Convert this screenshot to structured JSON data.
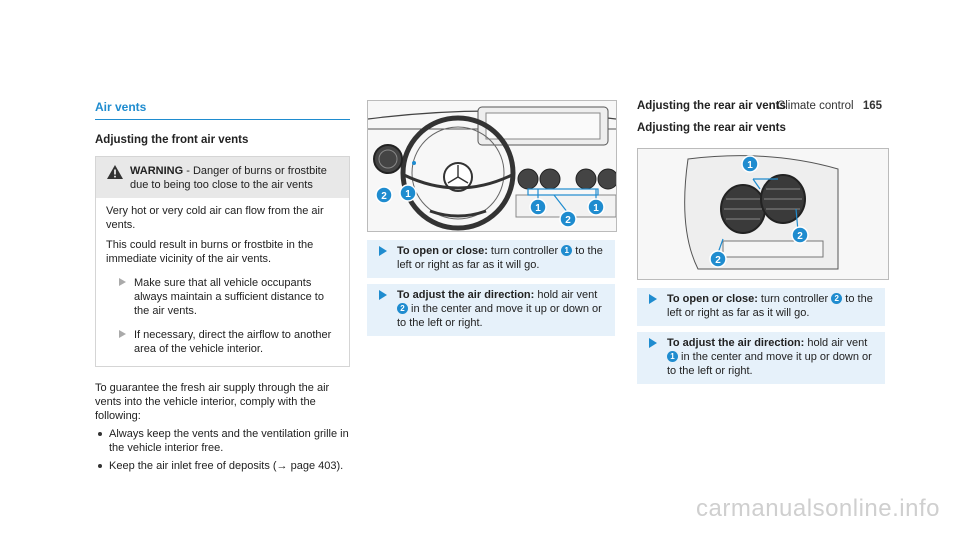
{
  "header": {
    "section": "Climate control",
    "page": "165"
  },
  "col1": {
    "title": "Air vents",
    "subtitle": "Adjusting the front air vents",
    "warning": {
      "label": "WARNING",
      "head_rest": " - Danger of burns or frostbite due to being too close to the air vents",
      "p1": "Very hot or very cold air can flow from the air vents.",
      "p2": "This could result in burns or frostbite in the immediate vicinity of the air vents.",
      "step1": "Make sure that all vehicle occupants always maintain a sufficient distance to the air vents.",
      "step2": "If necessary, direct the airflow to another area of the vehicle interior."
    },
    "para": "To guarantee the fresh air supply through the air vents into the vehicle interior, comply with the following:",
    "bullets": [
      "Always keep the vents and the ventilation grille in the vehicle interior free.",
      "Keep the air inlet free of deposits (→ page 403)."
    ]
  },
  "col2": {
    "step1_bold": "To open or close:",
    "step1_a": " turn controller ",
    "step1_num": "1",
    "step1_b": " to the left or right as far as it will go.",
    "step2_bold": "To adjust the air direction:",
    "step2_a": " hold air vent ",
    "step2_num": "2",
    "step2_b": " in the center and move it up or down or to the left or right."
  },
  "col3": {
    "title1": "Adjusting the rear air vents",
    "title2": "Adjusting the rear air vents",
    "step1_bold": "To open or close:",
    "step1_a": " turn controller ",
    "step1_num": "2",
    "step1_b": " to the left or right as far as it will go.",
    "step2_bold": "To adjust the air direction:",
    "step2_a": " hold air vent ",
    "step2_num": "1",
    "step2_b": " in the center and move it up or down or to the left or right."
  },
  "figure1": {
    "callouts": [
      "2",
      "1",
      "1",
      "1",
      "2"
    ]
  },
  "figure2": {
    "callouts": [
      "1",
      "2",
      "2"
    ]
  },
  "watermark": "carmanualsonline.info",
  "colors": {
    "accent": "#1f8ccf",
    "callout": "#1f8ccf",
    "step_bg": "#e6f1fa"
  }
}
